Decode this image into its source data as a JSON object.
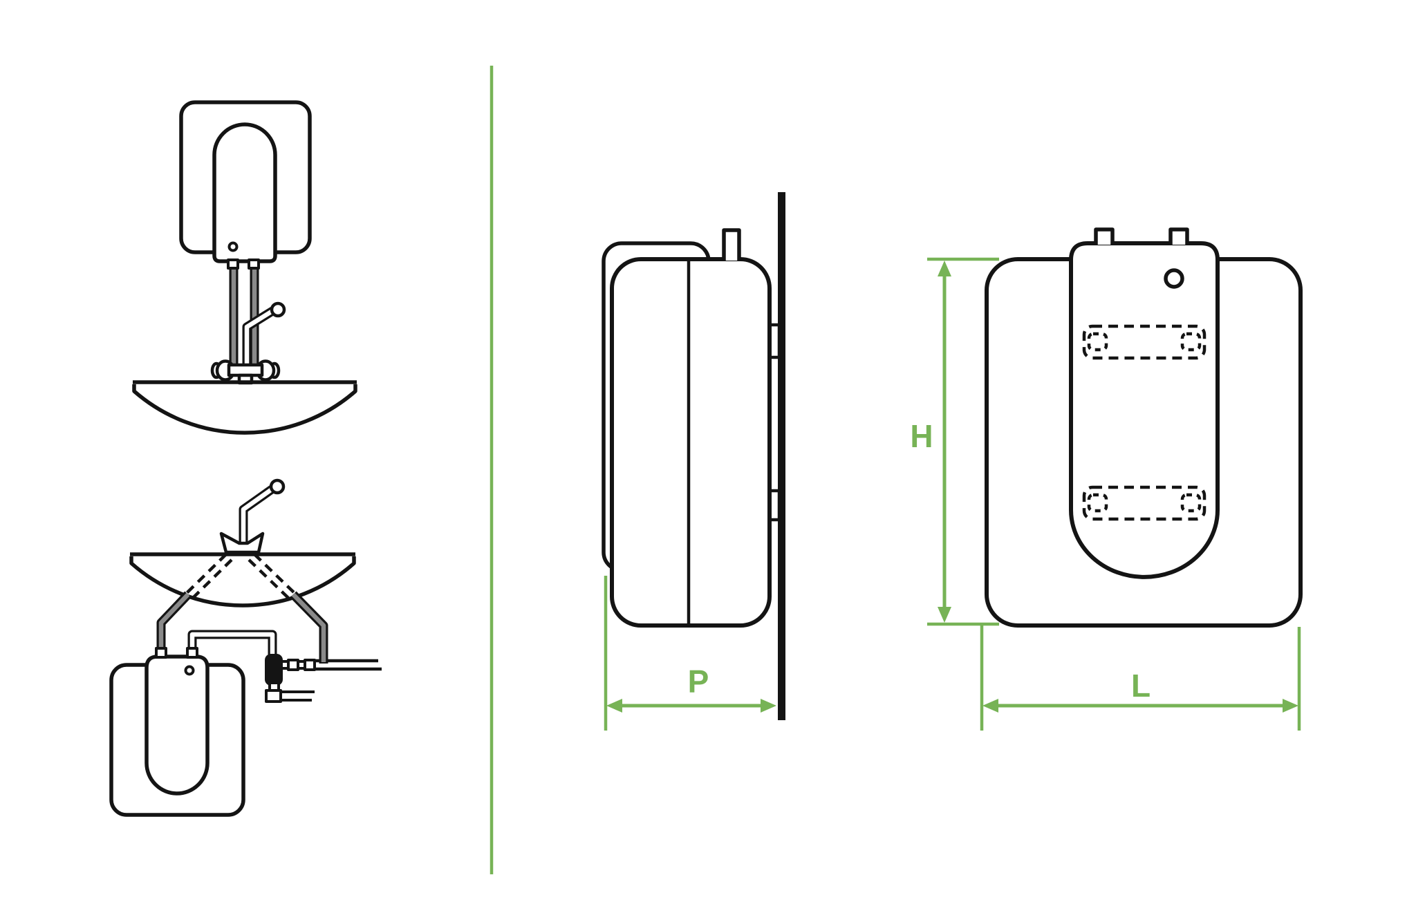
{
  "colors": {
    "dimension-green": "#77b356",
    "line-black": "#141414",
    "pipe-gray": "#8a8a8a",
    "background": "#ffffff"
  },
  "views": {
    "installation_above_sink": {
      "name": "above-sink-installation-diagram"
    },
    "installation_under_sink": {
      "name": "under-sink-installation-diagram"
    },
    "side_view": {
      "name": "water-heater-side-view",
      "depth_label": "P"
    },
    "front_view": {
      "name": "water-heater-front-view",
      "height_label": "H",
      "width_label": "L"
    }
  }
}
